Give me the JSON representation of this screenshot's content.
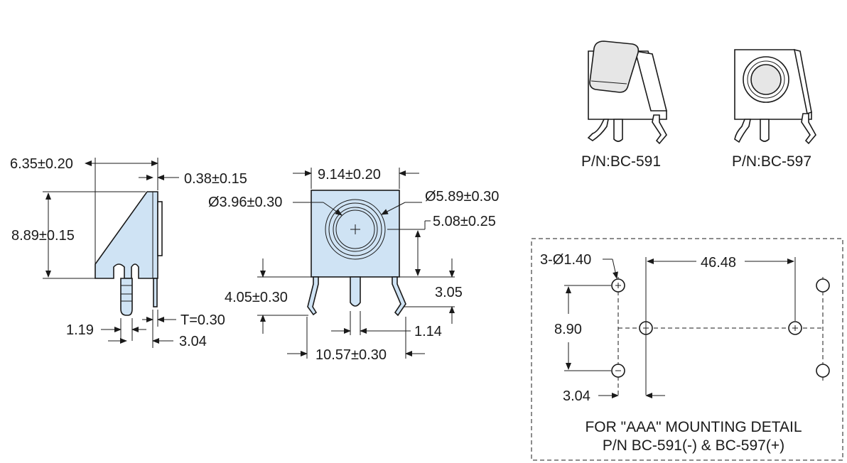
{
  "side_view": {
    "width": "6.35±0.20",
    "thickness_top": "0.38±0.15",
    "height": "8.89±0.15",
    "thickness": "T=0.30",
    "pin_width": "1.19",
    "pin_offset": "3.04"
  },
  "front_view": {
    "width": "9.14±0.20",
    "inner_diameter": "Ø3.96±0.30",
    "outer_diameter": "Ø5.89±0.30",
    "center_height": "5.08±0.25",
    "leg_length": "4.05±0.30",
    "leg_offset": "3.05",
    "tab_width": "1.14",
    "leg_span": "10.57±0.30"
  },
  "products": [
    {
      "part_number": "P/N:BC-591"
    },
    {
      "part_number": "P/N:BC-597"
    }
  ],
  "mounting": {
    "hole_diameter": "3-Ø1.40",
    "pitch": "46.48",
    "hole_spacing": "8.90",
    "offset": "3.04",
    "caption_line1": "FOR \"AAA\" MOUNTING DETAIL",
    "caption_line2": "P/N BC-591(-) & BC-597(+)"
  }
}
